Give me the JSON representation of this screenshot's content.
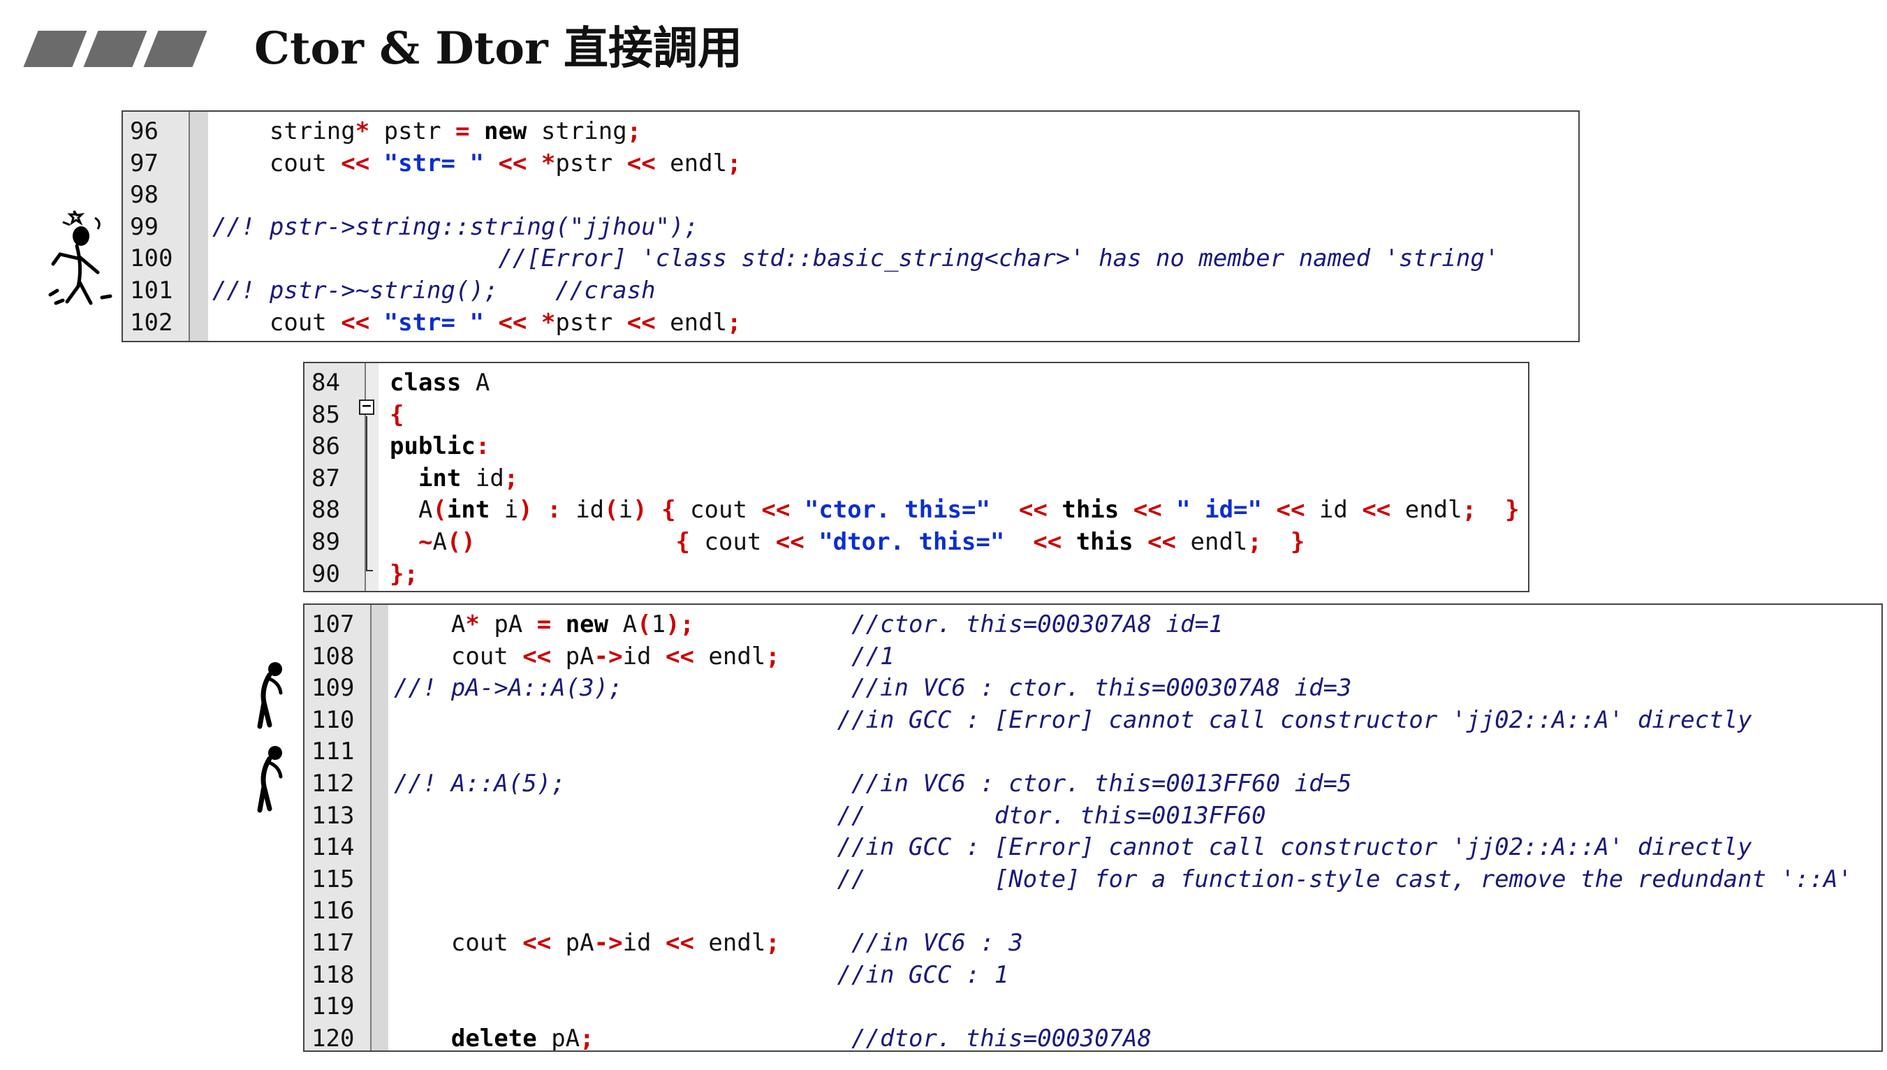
{
  "slide": {
    "title": "Ctor & Dtor 直接調用"
  },
  "panel_string": {
    "lines": [
      {
        "n": "96",
        "t": [
          {
            "s": "    string"
          },
          {
            "s": "*",
            "c": "op"
          },
          {
            "s": " pstr "
          },
          {
            "s": "=",
            "c": "op"
          },
          {
            "s": " "
          },
          {
            "s": "new",
            "c": "kw"
          },
          {
            "s": " string"
          },
          {
            "s": ";",
            "c": "op"
          }
        ]
      },
      {
        "n": "97",
        "t": [
          {
            "s": "    cout "
          },
          {
            "s": "<<",
            "c": "op"
          },
          {
            "s": " "
          },
          {
            "s": "\"str= \"",
            "c": "st"
          },
          {
            "s": " "
          },
          {
            "s": "<<",
            "c": "op"
          },
          {
            "s": " "
          },
          {
            "s": "*",
            "c": "op"
          },
          {
            "s": "pstr "
          },
          {
            "s": "<<",
            "c": "op"
          },
          {
            "s": " endl"
          },
          {
            "s": ";",
            "c": "op"
          }
        ]
      },
      {
        "n": "98",
        "t": []
      },
      {
        "n": "99",
        "t": [
          {
            "s": "//! pstr->string::string(\"jjhou\");",
            "c": "cm"
          }
        ]
      },
      {
        "n": "100",
        "t": [
          {
            "s": "                    "
          },
          {
            "s": "//[Error] 'class std::basic_string<char>' has no member named 'string'",
            "c": "cm"
          }
        ]
      },
      {
        "n": "101",
        "t": [
          {
            "s": "//! pstr->~string();    //crash",
            "c": "cm"
          }
        ]
      },
      {
        "n": "102",
        "t": [
          {
            "s": "    cout "
          },
          {
            "s": "<<",
            "c": "op"
          },
          {
            "s": " "
          },
          {
            "s": "\"str= \"",
            "c": "st"
          },
          {
            "s": " "
          },
          {
            "s": "<<",
            "c": "op"
          },
          {
            "s": " "
          },
          {
            "s": "*",
            "c": "op"
          },
          {
            "s": "pstr "
          },
          {
            "s": "<<",
            "c": "op"
          },
          {
            "s": " endl"
          },
          {
            "s": ";",
            "c": "op"
          }
        ]
      }
    ]
  },
  "panel_class": {
    "fold_glyph": "−",
    "lines": [
      {
        "n": "84",
        "t": [
          {
            "s": "class",
            "c": "kw"
          },
          {
            "s": " A"
          }
        ]
      },
      {
        "n": "85",
        "t": [
          {
            "s": "{",
            "c": "op"
          }
        ]
      },
      {
        "n": "86",
        "t": [
          {
            "s": "public",
            "c": "kw"
          },
          {
            "s": ":",
            "c": "op"
          }
        ]
      },
      {
        "n": "87",
        "t": [
          {
            "s": "  "
          },
          {
            "s": "int",
            "c": "kw"
          },
          {
            "s": " id"
          },
          {
            "s": ";",
            "c": "op"
          }
        ]
      },
      {
        "n": "88",
        "t": [
          {
            "s": "  A"
          },
          {
            "s": "(",
            "c": "op"
          },
          {
            "s": "int",
            "c": "kw"
          },
          {
            "s": " i"
          },
          {
            "s": ")",
            "c": "op"
          },
          {
            "s": " "
          },
          {
            "s": ":",
            "c": "op"
          },
          {
            "s": " id"
          },
          {
            "s": "(",
            "c": "op"
          },
          {
            "s": "i"
          },
          {
            "s": ")",
            "c": "op"
          },
          {
            "s": " "
          },
          {
            "s": "{",
            "c": "op"
          },
          {
            "s": " cout "
          },
          {
            "s": "<<",
            "c": "op"
          },
          {
            "s": " "
          },
          {
            "s": "\"ctor. this=\"",
            "c": "st"
          },
          {
            "s": "  "
          },
          {
            "s": "<<",
            "c": "op"
          },
          {
            "s": " "
          },
          {
            "s": "this",
            "c": "kw"
          },
          {
            "s": " "
          },
          {
            "s": "<<",
            "c": "op"
          },
          {
            "s": " "
          },
          {
            "s": "\" id=\"",
            "c": "st"
          },
          {
            "s": " "
          },
          {
            "s": "<<",
            "c": "op"
          },
          {
            "s": " id "
          },
          {
            "s": "<<",
            "c": "op"
          },
          {
            "s": " endl"
          },
          {
            "s": ";",
            "c": "op"
          },
          {
            "s": "  "
          },
          {
            "s": "}",
            "c": "op"
          }
        ]
      },
      {
        "n": "89",
        "t": [
          {
            "s": "  "
          },
          {
            "s": "~",
            "c": "op"
          },
          {
            "s": "A"
          },
          {
            "s": "()",
            "c": "op"
          },
          {
            "s": "              "
          },
          {
            "s": "{",
            "c": "op"
          },
          {
            "s": " cout "
          },
          {
            "s": "<<",
            "c": "op"
          },
          {
            "s": " "
          },
          {
            "s": "\"dtor. this=\"",
            "c": "st"
          },
          {
            "s": "  "
          },
          {
            "s": "<<",
            "c": "op"
          },
          {
            "s": " "
          },
          {
            "s": "this",
            "c": "kw"
          },
          {
            "s": " "
          },
          {
            "s": "<<",
            "c": "op"
          },
          {
            "s": " endl"
          },
          {
            "s": ";",
            "c": "op"
          },
          {
            "s": "  "
          },
          {
            "s": "}",
            "c": "op"
          }
        ]
      },
      {
        "n": "90",
        "t": [
          {
            "s": "}",
            "c": "op"
          },
          {
            "s": ";",
            "c": "op"
          }
        ]
      }
    ]
  },
  "panel_test": {
    "lines": [
      {
        "n": "107",
        "t": [
          {
            "s": "    A"
          },
          {
            "s": "*",
            "c": "op"
          },
          {
            "s": " pA "
          },
          {
            "s": "=",
            "c": "op"
          },
          {
            "s": " "
          },
          {
            "s": "new",
            "c": "kw"
          },
          {
            "s": " A"
          },
          {
            "s": "(",
            "c": "op"
          },
          {
            "s": "1"
          },
          {
            "s": ");",
            "c": "op"
          },
          {
            "s": "           "
          },
          {
            "s": "//ctor. this=000307A8 id=1",
            "c": "cm"
          }
        ]
      },
      {
        "n": "108",
        "t": [
          {
            "s": "    cout "
          },
          {
            "s": "<<",
            "c": "op"
          },
          {
            "s": " pA"
          },
          {
            "s": "->",
            "c": "op"
          },
          {
            "s": "id "
          },
          {
            "s": "<<",
            "c": "op"
          },
          {
            "s": " endl"
          },
          {
            "s": ";",
            "c": "op"
          },
          {
            "s": "     "
          },
          {
            "s": "//1",
            "c": "cm"
          }
        ]
      },
      {
        "n": "109",
        "t": [
          {
            "s": "//! pA->A::A(3);                //in VC6 : ctor. this=000307A8 id=3",
            "c": "cm"
          }
        ]
      },
      {
        "n": "110",
        "t": [
          {
            "s": "                               "
          },
          {
            "s": "//in GCC : [Error] cannot call constructor 'jj02::A::A' directly",
            "c": "cm"
          }
        ]
      },
      {
        "n": "111",
        "t": []
      },
      {
        "n": "112",
        "t": [
          {
            "s": "//! A::A(5);                    //in VC6 : ctor. this=0013FF60 id=5",
            "c": "cm"
          }
        ]
      },
      {
        "n": "113",
        "t": [
          {
            "s": "                               "
          },
          {
            "s": "//         dtor. this=0013FF60",
            "c": "cm"
          }
        ]
      },
      {
        "n": "114",
        "t": [
          {
            "s": "                               "
          },
          {
            "s": "//in GCC : [Error] cannot call constructor 'jj02::A::A' directly",
            "c": "cm"
          }
        ]
      },
      {
        "n": "115",
        "t": [
          {
            "s": "                               "
          },
          {
            "s": "//         [Note] for a function-style cast, remove the redundant '::A'",
            "c": "cm"
          }
        ]
      },
      {
        "n": "116",
        "t": []
      },
      {
        "n": "117",
        "t": [
          {
            "s": "    cout "
          },
          {
            "s": "<<",
            "c": "op"
          },
          {
            "s": " pA"
          },
          {
            "s": "->",
            "c": "op"
          },
          {
            "s": "id "
          },
          {
            "s": "<<",
            "c": "op"
          },
          {
            "s": " endl"
          },
          {
            "s": ";",
            "c": "op"
          },
          {
            "s": "     "
          },
          {
            "s": "//in VC6 : 3",
            "c": "cm"
          }
        ]
      },
      {
        "n": "118",
        "t": [
          {
            "s": "                               "
          },
          {
            "s": "//in GCC : 1",
            "c": "cm"
          }
        ]
      },
      {
        "n": "119",
        "t": []
      },
      {
        "n": "120",
        "t": [
          {
            "s": "    "
          },
          {
            "s": "delete",
            "c": "kw"
          },
          {
            "s": " pA"
          },
          {
            "s": ";",
            "c": "op"
          },
          {
            "s": "                  "
          },
          {
            "s": "//dtor. this=000307A8",
            "c": "cm"
          }
        ]
      }
    ]
  }
}
